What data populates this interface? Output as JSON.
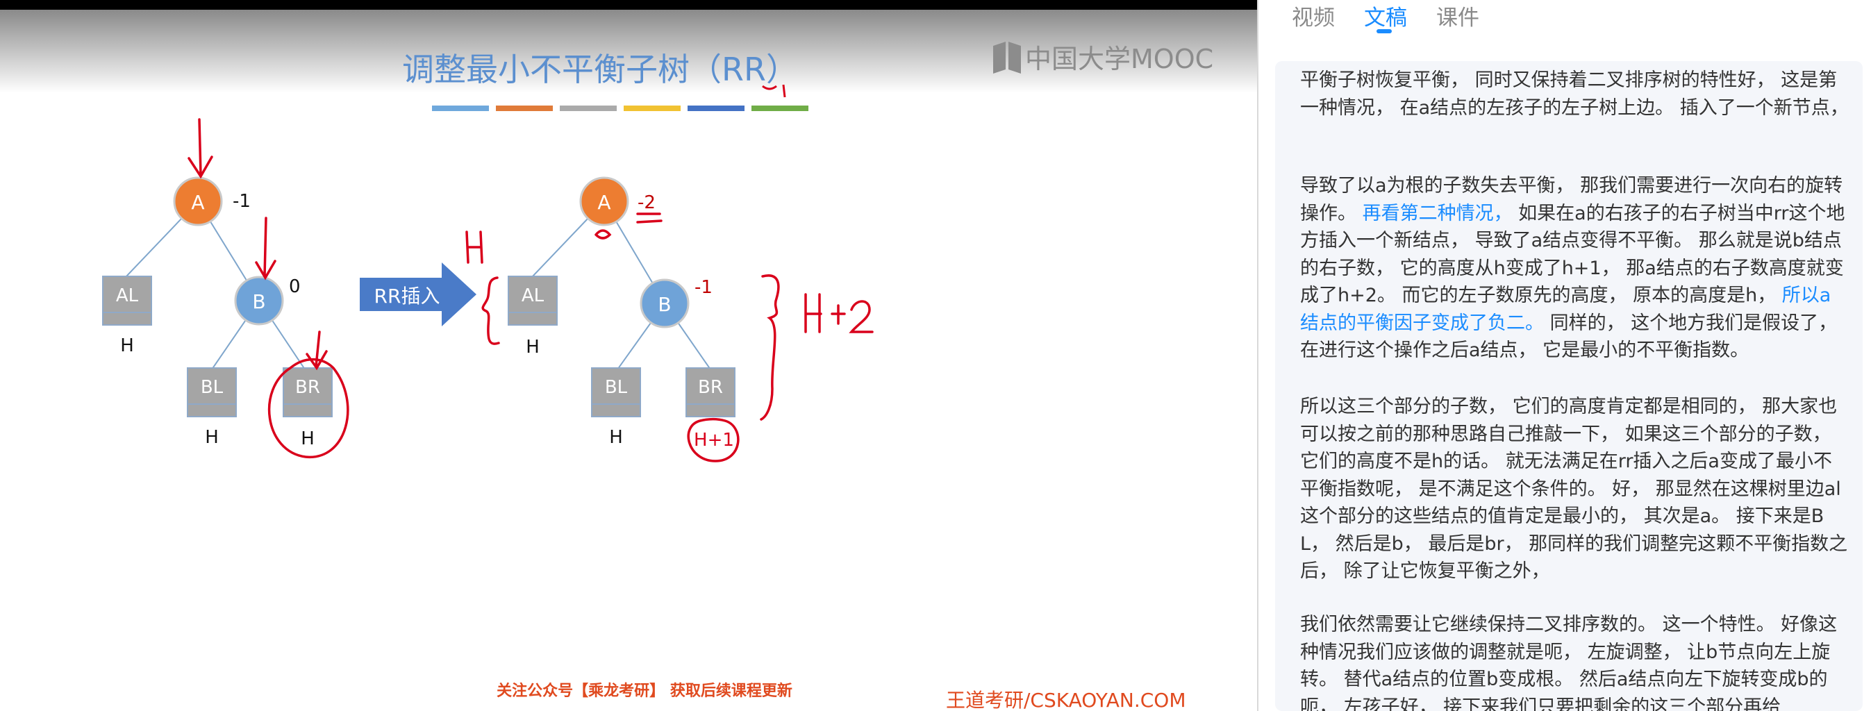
{
  "slide": {
    "title": "调整最小不平衡子树（RR）",
    "brand": "中国大学MOOC",
    "footer_left": "关注公众号【乘龙考研】 获取后续课程更新",
    "footer_right": "王道考研/CSKAOYAN.COM",
    "color_bar": [
      "#6fa8dc",
      "#e07b39",
      "#aaaaaa",
      "#f1c232",
      "#4472c4",
      "#70ad47"
    ],
    "arrow_label": "RR插入",
    "left_tree": {
      "node_a": "A",
      "bf_a": "-1",
      "node_b": "B",
      "bf_b": "0",
      "al": "AL",
      "al_h": "H",
      "bl": "BL",
      "bl_h": "H",
      "br": "BR",
      "br_h": "H"
    },
    "right_tree": {
      "node_a": "A",
      "bf_a": "-2",
      "node_b": "B",
      "bf_b": "-1",
      "al": "AL",
      "al_h": "H",
      "bl": "BL",
      "bl_h": "H",
      "br": "BR",
      "br_h": "H+1"
    },
    "annotations": {
      "h_left": "H",
      "h_right": "H+2"
    }
  },
  "panel": {
    "tabs": [
      {
        "label": "视频"
      },
      {
        "label": "文稿"
      },
      {
        "label": "课件"
      }
    ],
    "active_tab": "文稿",
    "paragraphs": [
      {
        "text": "平衡子树恢复平衡， 同时又保持着二叉排序树的特性好， 这是第一种情况， 在a结点的左孩子的左子树上边。 插入了一个新节点，"
      },
      {
        "t1": "导致了以a为根的子数失去平衡， 那我们需要进行一次向右的旋转操作。",
        "h1": " 再看第二种情况， ",
        "t2": "如果在a的右孩子的右子树当中rr这个地方插入一个新结点， 导致了a结点变得不平衡。 那么就是说b结点的右子数， 它的高度从h变成了h+1， 那a结点的右子数高度就变成了h+2。 而它的左子数原先的高度， 原本的高度是h，",
        "h2": " 所以a结点的平衡因子变成了负二。",
        "t3": " 同样的， 这个地方我们是假设了， 在进行这个操作之后a结点， 它是最小的不平衡指数。"
      },
      {
        "text": "所以这三个部分的子数， 它们的高度肯定都是相同的， 那大家也可以按之前的那种思路自己推敲一下， 如果这三个部分的子数， 它们的高度不是h的话。 就无法满足在rr插入之后a变成了最小不平衡指数呢， 是不满足这个条件的。 好， 那显然在这棵树里边al这个部分的这些结点的值肯定是最小的， 其次是a。 接下来是BL， 然后是b， 最后是br， 那同样的我们调整完这颗不平衡指数之后， 除了让它恢复平衡之外，"
      },
      {
        "text": "我们依然需要让它继续保持二叉排序数的。 这一个特性。 好像这种情况我们应该做的调整就是呃， 左旋调整， 让b节点向左上旋转。 替代a结点的位置b变成根。 然后a结点向左下旋转变成b的呃， 左孩子好， 接下来我们只要把剩余的这三个部分再给"
      }
    ]
  }
}
